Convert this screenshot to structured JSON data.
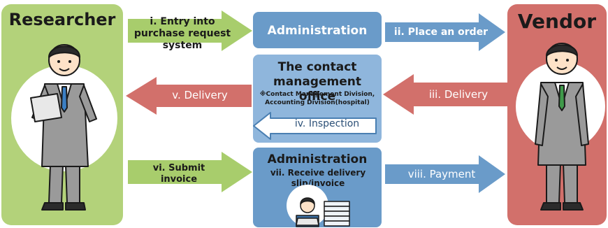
{
  "researcher": {
    "title": "Researcher"
  },
  "vendor": {
    "title": "Vendor"
  },
  "admin_top": {
    "label": "Administration"
  },
  "contact_office": {
    "title": "The contact management office",
    "note": "※Contact Management Division, Accounting Division(hospital)"
  },
  "admin_bottom": {
    "title": "Administration",
    "subtitle": "vii. Receive delivery slip/invoice"
  },
  "steps": {
    "s1": "i. Entry into purchase request system",
    "s2": "ii. Place an order",
    "s3": "iii. Delivery",
    "s4": "iv. Inspection",
    "s5": "v. Delivery",
    "s6": "vi. Submit invoice",
    "s8": "viii. Payment"
  },
  "colors": {
    "researcher_bg": "#b3d27a",
    "vendor_bg": "#d2706b",
    "admin_box": "#6a9bc9",
    "green_arrow": "#a8cd6c",
    "blue_arrow": "#6a9bc9",
    "red_arrow": "#d2706b"
  },
  "icons": [
    "researcher-person-icon",
    "vendor-person-icon",
    "office-worker-icon"
  ]
}
